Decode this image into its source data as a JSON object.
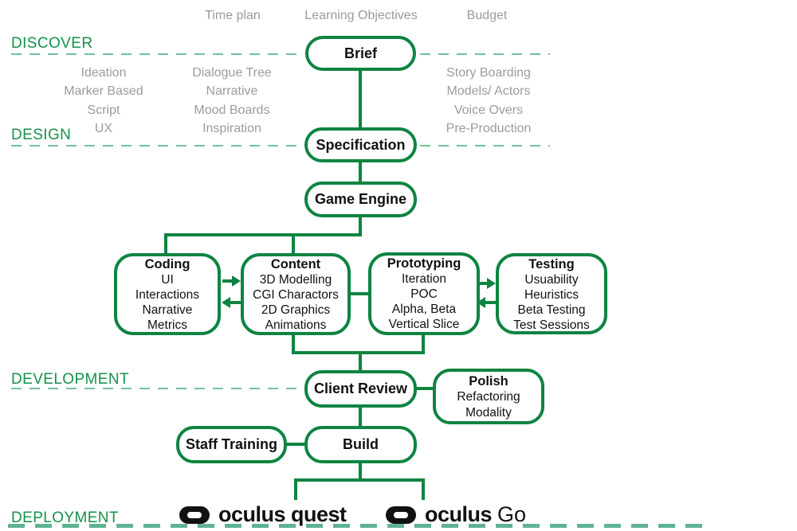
{
  "colors": {
    "box_green": "#0E8441",
    "phase_label_green": "#14914E",
    "dash_light_green": "#72C299",
    "deploy_dash_teal": "#5FB392",
    "gray_text": "#9B9BA0",
    "text_black": "#111111"
  },
  "headers": {
    "time_plan": "Time plan",
    "learning_objectives": "Learning Objectives",
    "budget": "Budget"
  },
  "phases": {
    "discover": "DISCOVER",
    "design": "DESIGN",
    "development": "DEVELOPMENT",
    "deployment": "DEPLOYMENT"
  },
  "annotations": {
    "col1": [
      "Ideation",
      "Marker Based",
      "Script",
      "UX"
    ],
    "col2": [
      "Dialogue Tree",
      "Narrative",
      "Mood Boards",
      "Inspiration"
    ],
    "col3": [
      "Story Boarding",
      "Models/ Actors",
      "Voice Overs",
      "Pre-Production"
    ]
  },
  "nodes": {
    "brief": {
      "title": "Brief"
    },
    "specification": {
      "title": "Specification"
    },
    "game_engine": {
      "title": "Game Engine"
    },
    "coding": {
      "title": "Coding",
      "items": [
        "UI",
        "Interactions",
        "Narrative",
        "Metrics"
      ]
    },
    "content": {
      "title": "Content",
      "items": [
        "3D Modelling",
        "CGI Charactors",
        "2D Graphics",
        "Animations"
      ]
    },
    "prototyping": {
      "title": "Prototyping",
      "items": [
        "Iteration",
        "POC",
        "Alpha, Beta",
        "Vertical Slice"
      ]
    },
    "testing": {
      "title": "Testing",
      "items": [
        "Usuability",
        "Heuristics",
        "Beta Testing",
        "Test Sessions"
      ]
    },
    "client_review": {
      "title": "Client Review"
    },
    "polish": {
      "title": "Polish",
      "items": [
        "Refactoring",
        "Modality"
      ]
    },
    "staff_training": {
      "title": "Staff Training"
    },
    "build": {
      "title": "Build"
    }
  },
  "logos": {
    "quest": "oculus quest",
    "go_bold": "oculus",
    "go_light": "Go"
  }
}
